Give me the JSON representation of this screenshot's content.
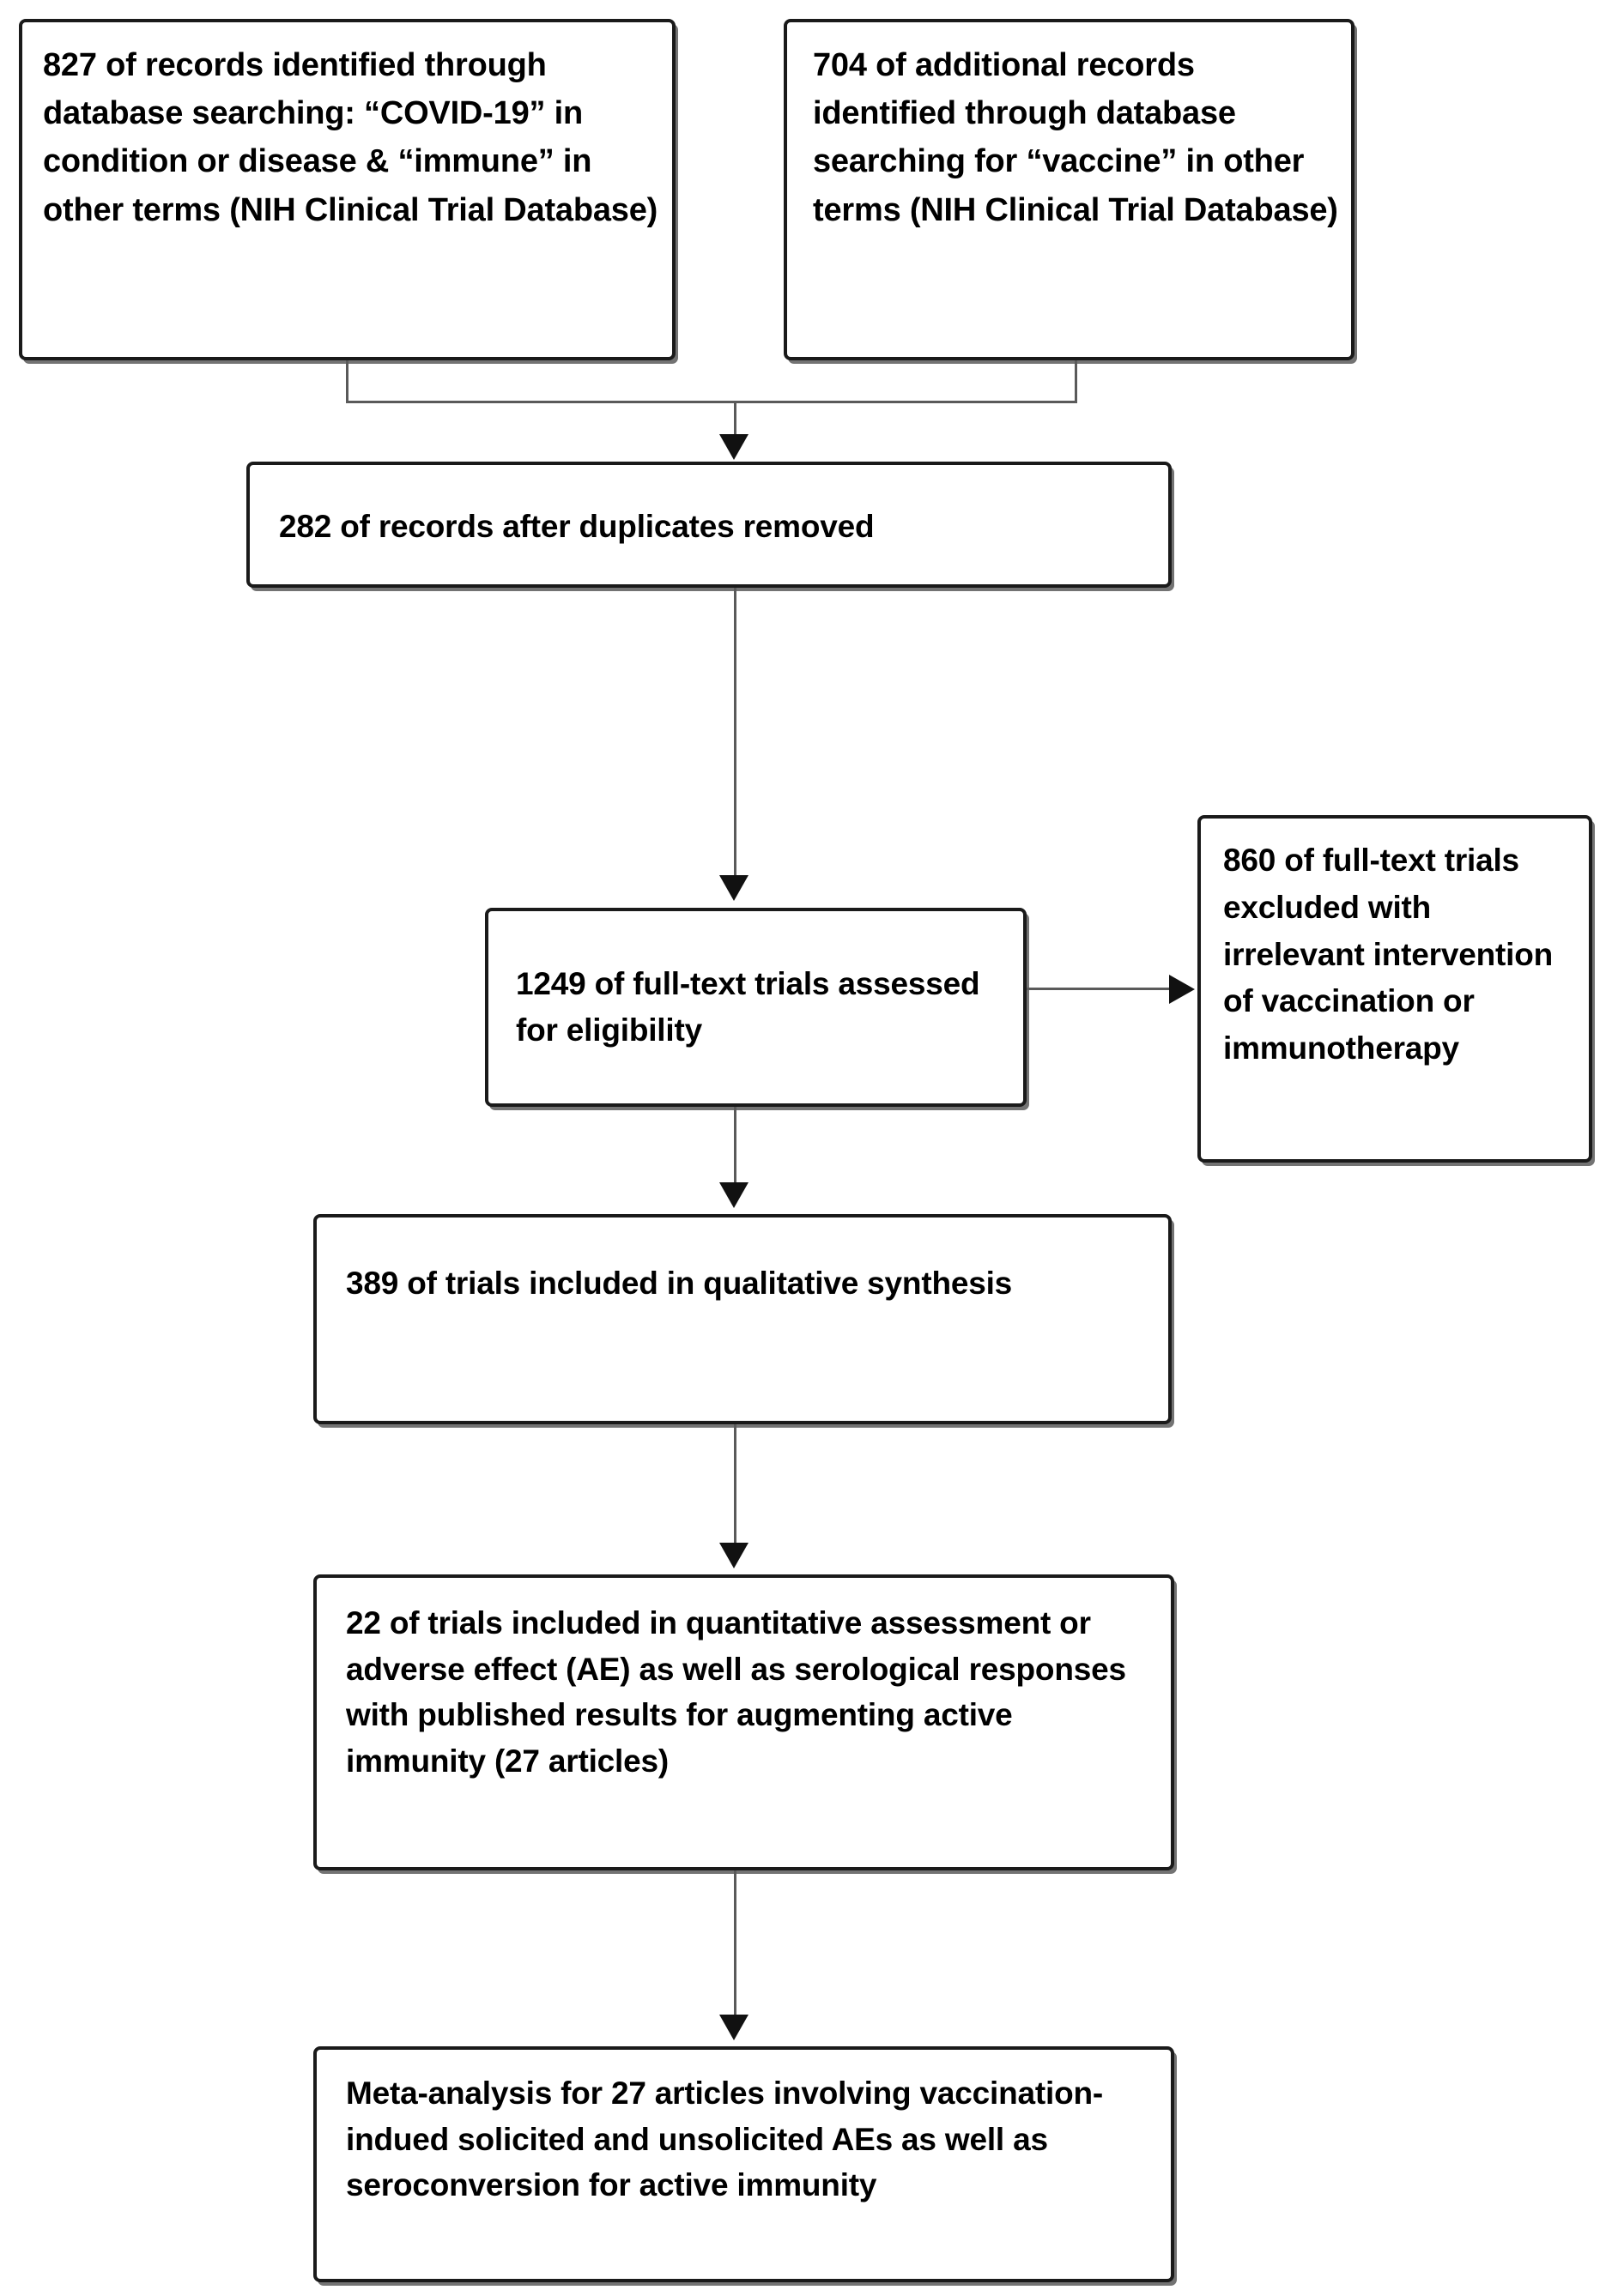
{
  "diagram": {
    "type": "prisma-flow-diagram",
    "title": "PRISMA study selection flow diagram",
    "nodes": [
      {
        "id": "identified-db",
        "count": 827,
        "text": "827 of records identified through database searching: “COVID-19” in condition or disease & “immune” in other terms (NIH Clinical Trial Database)"
      },
      {
        "id": "identified-vaccine",
        "count": 704,
        "text": "704 of additional records identified through database searching for “vaccine” in other terms (NIH Clinical Trial Database)"
      },
      {
        "id": "duplicates-removed",
        "count": 282,
        "text": "282 of records after duplicates removed"
      },
      {
        "id": "eligibility-assessed",
        "count": 1249,
        "text": "1249 of full-text trials assessed for eligibility"
      },
      {
        "id": "excluded",
        "count": 860,
        "text": "860 of full-text trials excluded with irrelevant intervention of vaccination or immunotherapy"
      },
      {
        "id": "qualitative-synthesis",
        "count": 389,
        "text": "389 of trials included in qualitative synthesis"
      },
      {
        "id": "quantitative-assessment",
        "count": 22,
        "text": "22 of trials included in quantitative assessment or adverse effect (AE) as well as serological responses with published results for augmenting active immunity (27 articles)"
      },
      {
        "id": "meta-analysis",
        "count": 27,
        "text": "Meta-analysis for 27 articles involving vaccination-indued solicited and unsolicited AEs as well as seroconversion for active immunity"
      }
    ],
    "colors": {
      "box_border": "#1a1a1a",
      "box_fill": "#ffffff",
      "connector": "#5a5a5a",
      "arrowhead": "#111111",
      "text": "#000000"
    }
  }
}
